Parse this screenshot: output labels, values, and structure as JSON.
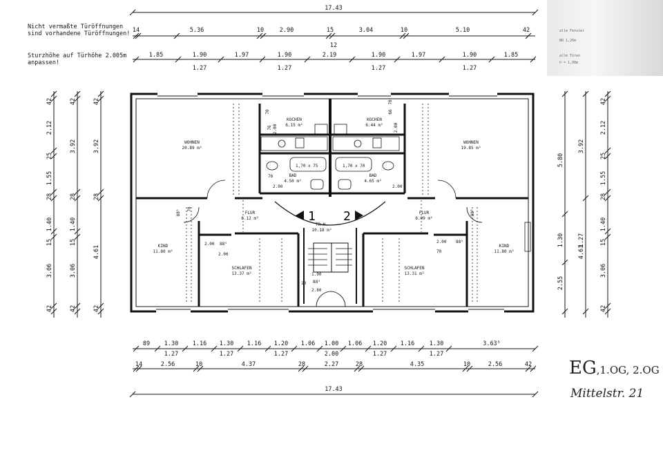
{
  "notes": {
    "line1": "Nicht vermaßte Türöffnungen",
    "line2": "sind vorhandene Türöffnungen!",
    "line3": "Sturzhöhe auf Türhöhe 2.005m",
    "line4": "anpassen!"
  },
  "strip_notes": [
    "alle Fenster",
    "BR 1,26m",
    "alle Türen",
    "h = 1,98m"
  ],
  "signature": {
    "floor": "EG",
    "floors_extra": ",1.OG, 2.OG",
    "street": "Mittelstr. 21"
  },
  "dims_top": {
    "total": "17.43",
    "row1": [
      "14",
      "5.36",
      "10",
      "2.90",
      "15",
      "3.04",
      "10",
      "5.10",
      "42"
    ],
    "row1_extra": "12",
    "row2": [
      "1.85",
      "1.90",
      "1.97",
      "1.90",
      "2.19",
      "1.90",
      "1.97",
      "1.90",
      "1.85"
    ],
    "row2_sub": [
      "1.27",
      "1.27",
      "1.27",
      "1.27"
    ]
  },
  "dims_bottom": {
    "row1": [
      "89",
      "1.30",
      "1.16",
      "1.30",
      "1.16",
      "1.20",
      "1.06",
      "1.00",
      "1.06",
      "1.20",
      "1.16",
      "1.30",
      "3.63⁵"
    ],
    "row1_sub": [
      "1.27",
      "1.27",
      "1.27",
      "2.00",
      "1.27",
      "1.27"
    ],
    "row2": [
      "14",
      "2.56",
      "10",
      "4.37",
      "28",
      "2.27",
      "28",
      "4.35",
      "10",
      "2.56",
      "42"
    ],
    "total": "17.43"
  },
  "dims_left": {
    "col1": [
      "42",
      "2.12",
      "25",
      "1.55",
      "28",
      "1.40",
      "15",
      "3.06",
      "42"
    ],
    "col2": [
      "42",
      "3.92",
      "28",
      "1.40",
      "15",
      "3.06",
      "42"
    ],
    "col3": [
      "42",
      "3.92",
      "28",
      "4.61",
      "42"
    ]
  },
  "dims_right": {
    "col1": [
      "5.80",
      "1.30",
      "2.55"
    ],
    "col2": [
      "3.92",
      "1.27",
      "4.61"
    ],
    "col3": [
      "42",
      "2.12",
      "25",
      "1.55",
      "28",
      "1.40",
      "15",
      "3.06",
      "42"
    ]
  },
  "rooms": {
    "wohnen_l": {
      "name": "WOHNEN",
      "area": "20.89 m²"
    },
    "kochen_l": {
      "name": "KOCHEN",
      "area": "6.15 m²"
    },
    "bad_l": {
      "name": "BAD",
      "area": "4.50 m²"
    },
    "flur_l": {
      "name": "FLUR",
      "area": "6.12 m²"
    },
    "kind_l": {
      "name": "KIND",
      "area": "11.80 m²"
    },
    "schlafen_l": {
      "name": "SCHLAFEN",
      "area": "13.37 m²"
    },
    "wohnen_r": {
      "name": "WOHNEN",
      "area": "19.85 m²"
    },
    "kochen_r": {
      "name": "KOCHEN",
      "area": "6.44 m²"
    },
    "bad_r": {
      "name": "BAD",
      "area": "4.65 m²"
    },
    "flur_r": {
      "name": "FLUR",
      "area": "6.09 m²"
    },
    "kind_r": {
      "name": "KIND",
      "area": "11.80 m²"
    },
    "schlafen_r": {
      "name": "SCHLAFEN",
      "area": "13.31 m²"
    },
    "trh": {
      "name": "TR.H.",
      "area": "10.18 m²"
    }
  },
  "apartments": {
    "left": "1",
    "right": "2"
  },
  "inner_dims": [
    "70",
    "76",
    "2.00",
    "76",
    "2.00",
    "70",
    "66",
    "2.00",
    "88⁵",
    "2.00",
    "70",
    "88⁵",
    "2.00",
    "88⁵",
    "2.00",
    "70",
    "88⁵",
    "2.00",
    "1.90",
    "88⁵",
    "2.80",
    "10",
    "1,70 x 75",
    "1,70 x 70"
  ]
}
